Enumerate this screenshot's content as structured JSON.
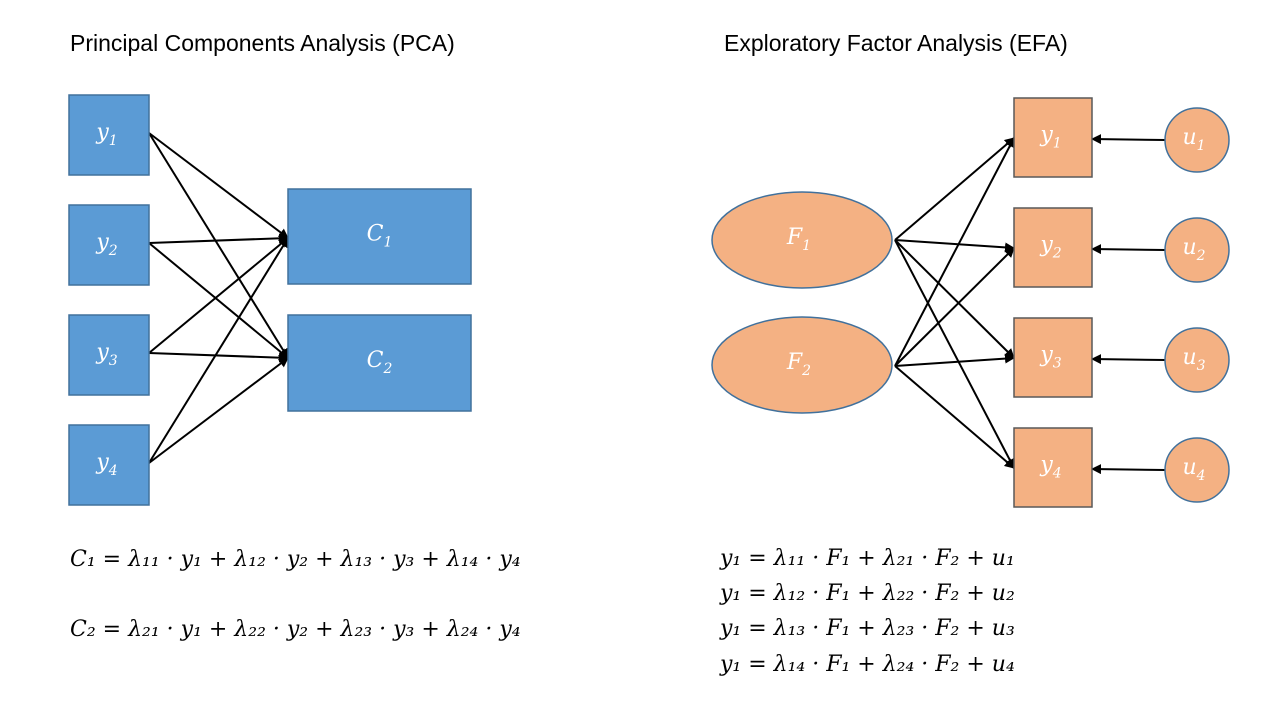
{
  "pca": {
    "title": "Principal Components Analysis (PCA)",
    "fill": "#5b9bd5",
    "stroke": "#41719c",
    "inputs": [
      {
        "sym": "y",
        "sub": "1"
      },
      {
        "sym": "y",
        "sub": "2"
      },
      {
        "sym": "y",
        "sub": "3"
      },
      {
        "sym": "y",
        "sub": "4"
      }
    ],
    "components": [
      {
        "sym": "C",
        "sub": "1"
      },
      {
        "sym": "C",
        "sub": "2"
      }
    ],
    "equations": [
      "C₁ = λ₁₁ · y₁ + λ₁₂ · y₂ + λ₁₃ · y₃ +  λ₁₄ · y₄",
      "C₂ = λ₂₁ · y₁ + λ₂₂ · y₂ + λ₂₃ · y₃ +  λ₂₄ · y₄"
    ]
  },
  "efa": {
    "title": "Exploratory Factor Analysis (EFA)",
    "fill": "#f4b183",
    "stroke": "#41719c",
    "factors": [
      {
        "sym": "F",
        "sub": "1"
      },
      {
        "sym": "F",
        "sub": "2"
      }
    ],
    "indicators": [
      {
        "sym": "y",
        "sub": "1"
      },
      {
        "sym": "y",
        "sub": "2"
      },
      {
        "sym": "y",
        "sub": "3"
      },
      {
        "sym": "y",
        "sub": "4"
      }
    ],
    "errors": [
      {
        "sym": "u",
        "sub": "1"
      },
      {
        "sym": "u",
        "sub": "2"
      },
      {
        "sym": "u",
        "sub": "3"
      },
      {
        "sym": "u",
        "sub": "4"
      }
    ],
    "equations": [
      "y₁ =  λ₁₁ · F₁ + λ₂₁ · F₂ + u₁",
      "y₁ =  λ₁₂ · F₁ + λ₂₂ · F₂ + u₂",
      "y₁ =  λ₁₃ · F₁ + λ₂₃ · F₂ + u₃",
      "y₁ =  λ₁₄ · F₁ + λ₂₄ · F₂ + u₄"
    ]
  }
}
